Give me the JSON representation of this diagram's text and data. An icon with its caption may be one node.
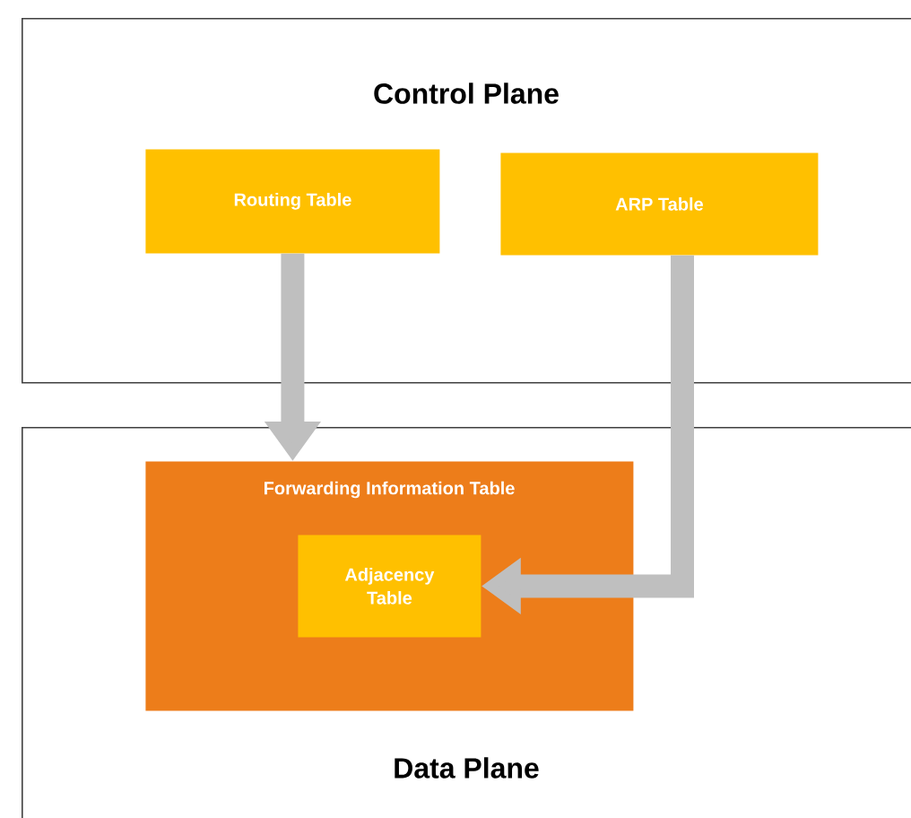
{
  "diagram": {
    "nodes": [
      {
        "text": [
          "Control Plane"
        ]
      },
      {
        "text": [
          "Routing Table"
        ],
        "in": 0
      },
      {
        "text": [
          "ARP Table"
        ],
        "in": 0
      },
      {
        "text": [
          "Data Plane"
        ]
      },
      {
        "text": [
          "Forwarding Information Table"
        ],
        "in": 3
      },
      {
        "text": [
          "Adjacency Table"
        ],
        "in": 4
      }
    ],
    "edges": [
      {
        "from": 1,
        "to": 4,
        "arrow": "to"
      },
      {
        "from": 2,
        "to": 5,
        "arrow": "to"
      }
    ]
  }
}
